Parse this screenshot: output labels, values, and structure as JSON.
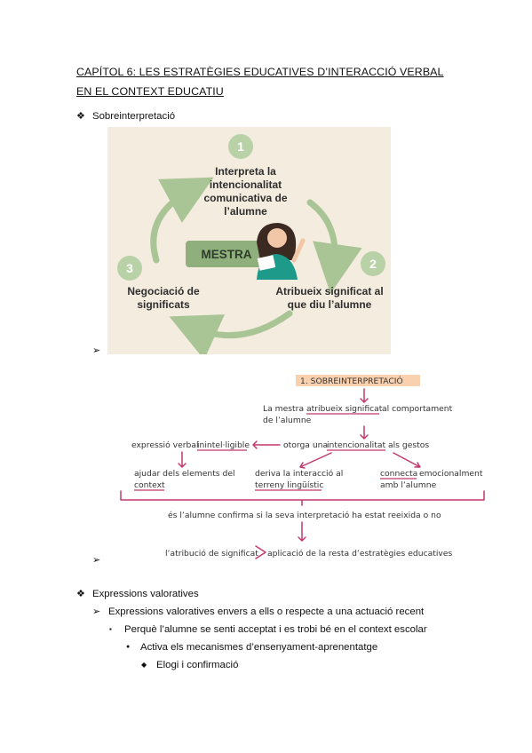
{
  "title": "CAPÍTOL 6: LES ESTRATÈGIES EDUCATIVES D’INTERACCIÓ VERBAL EN EL CONTEXT EDUCATIU",
  "bullets": {
    "diamond": "❖",
    "arrow": "➢",
    "square": "▪",
    "dot": "●",
    "small_diamond": "◆"
  },
  "section1": {
    "heading": "Sobreinterpretació"
  },
  "cycle": {
    "step1_number": "1",
    "step1_text": "Interpreta la intencionalitat comunicativa de l’alumne",
    "step2_number": "2",
    "step2_text": "Atribueix significat al que diu l’alumne",
    "step3_number": "3",
    "step3_text": "Negociació de significats",
    "center_label": "MESTRA",
    "colors": {
      "background": "#f4ecdf",
      "circle": "#b9d1a6",
      "arrow": "#a9c596",
      "label_box": "#8fb07c",
      "teacher_shirt": "#1e9a8a"
    }
  },
  "notes": {
    "heading": "1. SOBREINTERPRETACIÓ",
    "line1_a": "La mestra",
    "line1_b": "atribueix significat",
    "line1_c": "al comportament",
    "line2": "de l’alumne",
    "left_a": "expressió verbal",
    "left_b": "inintel·ligible",
    "center_a": "otorga una",
    "center_b": "intencionalitat",
    "center_c": "als gestos",
    "sub1_line1": "ajudar dels elements del",
    "sub1_line2": "context",
    "sub2_line1": "deriva la interacció al",
    "sub2_line2": "terreny lingüístic",
    "sub3_line1a": "connecta",
    "sub3_line1b": "emocionalment",
    "sub3_line2": "amb l’alumne",
    "confirm": "és l’alumne confirma si la seva interpretació ha estat reeixida o no",
    "final_a": "l’atribució de significat",
    "final_b": "aplicació de la resta d’estratègies educatives",
    "colors": {
      "ink": "#333333",
      "accent": "#c0396e",
      "highlight": "#f8c9a0"
    }
  },
  "section2": {
    "heading": "Expressions valoratives",
    "level2": "Expressions valoratives envers a ells o respecte a una actuació recent",
    "level3": "Perquè l’alumne se senti acceptat i es trobi bé en el context escolar",
    "level4": "Activa els mecanismes d’ensenyament-aprenentatge",
    "level5": "Elogi i confirmació"
  }
}
